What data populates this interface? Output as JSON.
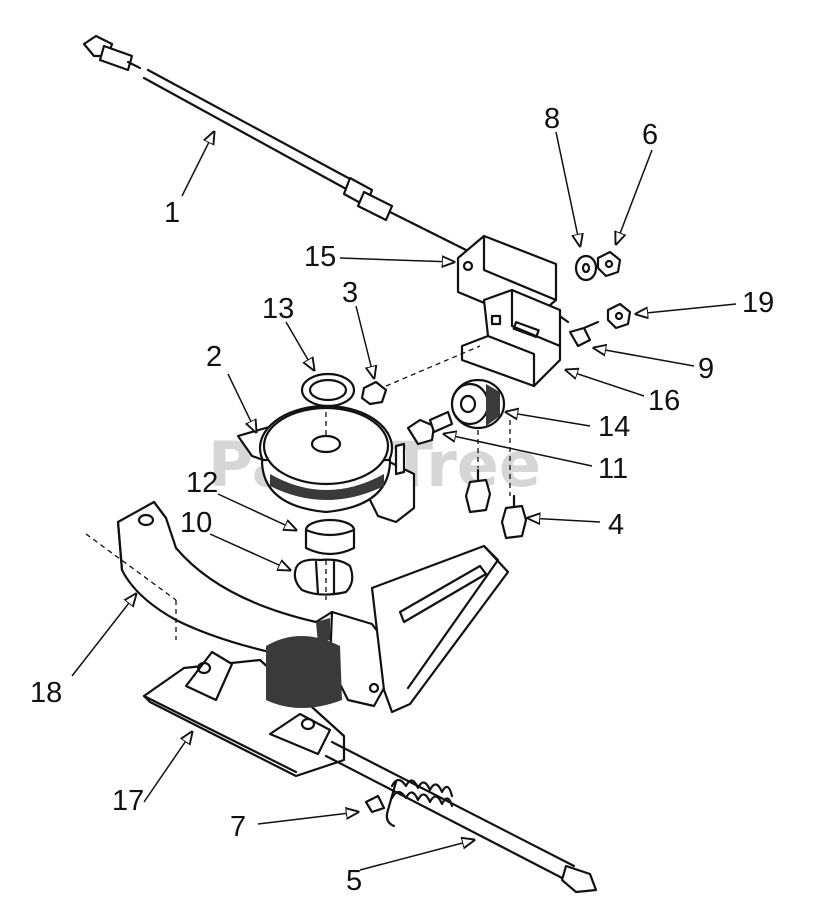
{
  "watermark": "PartsTree",
  "callouts": {
    "c1": "1",
    "c2": "2",
    "c3": "3",
    "c4": "4",
    "c5": "5",
    "c6": "6",
    "c7": "7",
    "c8": "8",
    "c9": "9",
    "c10": "10",
    "c11": "11",
    "c12": "12",
    "c13": "13",
    "c14": "14",
    "c15": "15",
    "c16": "16",
    "c17": "17",
    "c18": "18",
    "c19": "19"
  }
}
